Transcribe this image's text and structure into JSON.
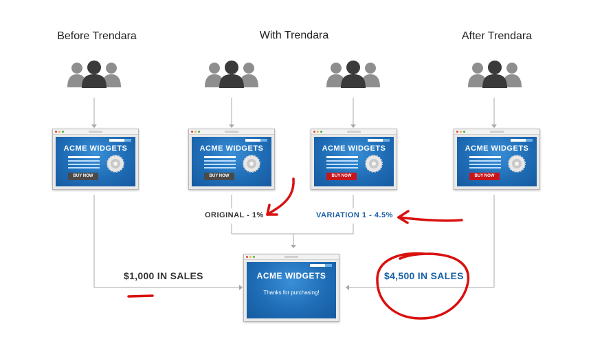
{
  "headings": {
    "before": "Before Trendara",
    "with": "With Trendara",
    "after": "After Trendara"
  },
  "screens": {
    "site_title": "ACME WIDGETS",
    "buy_now": "BUY NOW",
    "thanks": "Thanks for purchasing!"
  },
  "labels": {
    "original": "ORIGINAL - 1%",
    "variation": "VARIATION 1 - 4.5%",
    "sales_before": "$1,000 IN SALES",
    "sales_after": "$4,500 IN SALES"
  },
  "icons": {
    "people": "people-group-icon",
    "gear": "gear-icon"
  },
  "colors": {
    "site_blue": "#1f6db6",
    "button_gray": "#4a4a4a",
    "button_red": "#c8151b",
    "variation_blue": "#1a5fa8",
    "annotation_red": "#d9100f",
    "connector_gray": "#a8a8a8"
  }
}
